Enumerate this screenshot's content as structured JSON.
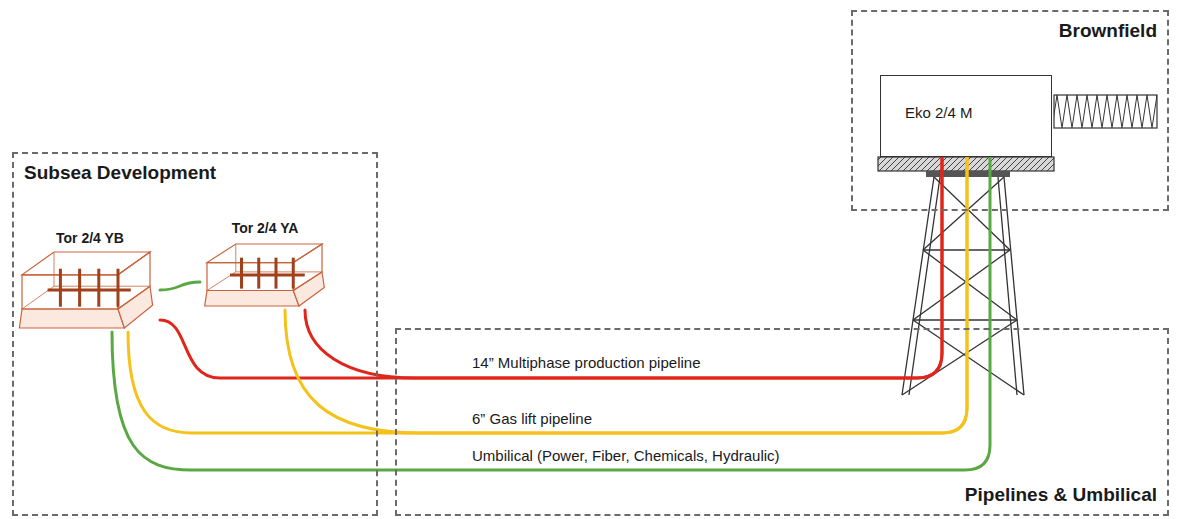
{
  "diagram": {
    "nodes": [
      {
        "text": [
          "Subsea Development"
        ]
      },
      {
        "text": [
          "Tor 2/4 YB"
        ],
        "in": 0
      },
      {
        "text": [
          "Tor 2/4 YA"
        ],
        "in": 0
      },
      {
        "text": [
          "Brownfield"
        ]
      },
      {
        "text": [
          "Eko 2/4 M"
        ],
        "in": 3
      },
      {
        "text": [
          "Pipelines & Umbilical"
        ]
      }
    ],
    "edges": [
      {
        "from": 1,
        "to": 4,
        "arrow": "none",
        "label": "14” Multiphase production pipeline"
      },
      {
        "from": 2,
        "to": 4,
        "arrow": "none"
      },
      {
        "from": 1,
        "to": 4,
        "arrow": "none",
        "label": "6” Gas lift pipeline"
      },
      {
        "from": 2,
        "to": 4,
        "arrow": "none"
      },
      {
        "from": 1,
        "to": 4,
        "arrow": "none",
        "label": "Umbilical (Power, Fiber, Chemicals, Hydraulic)"
      },
      {
        "from": 1,
        "to": 2,
        "arrow": "none"
      }
    ]
  }
}
